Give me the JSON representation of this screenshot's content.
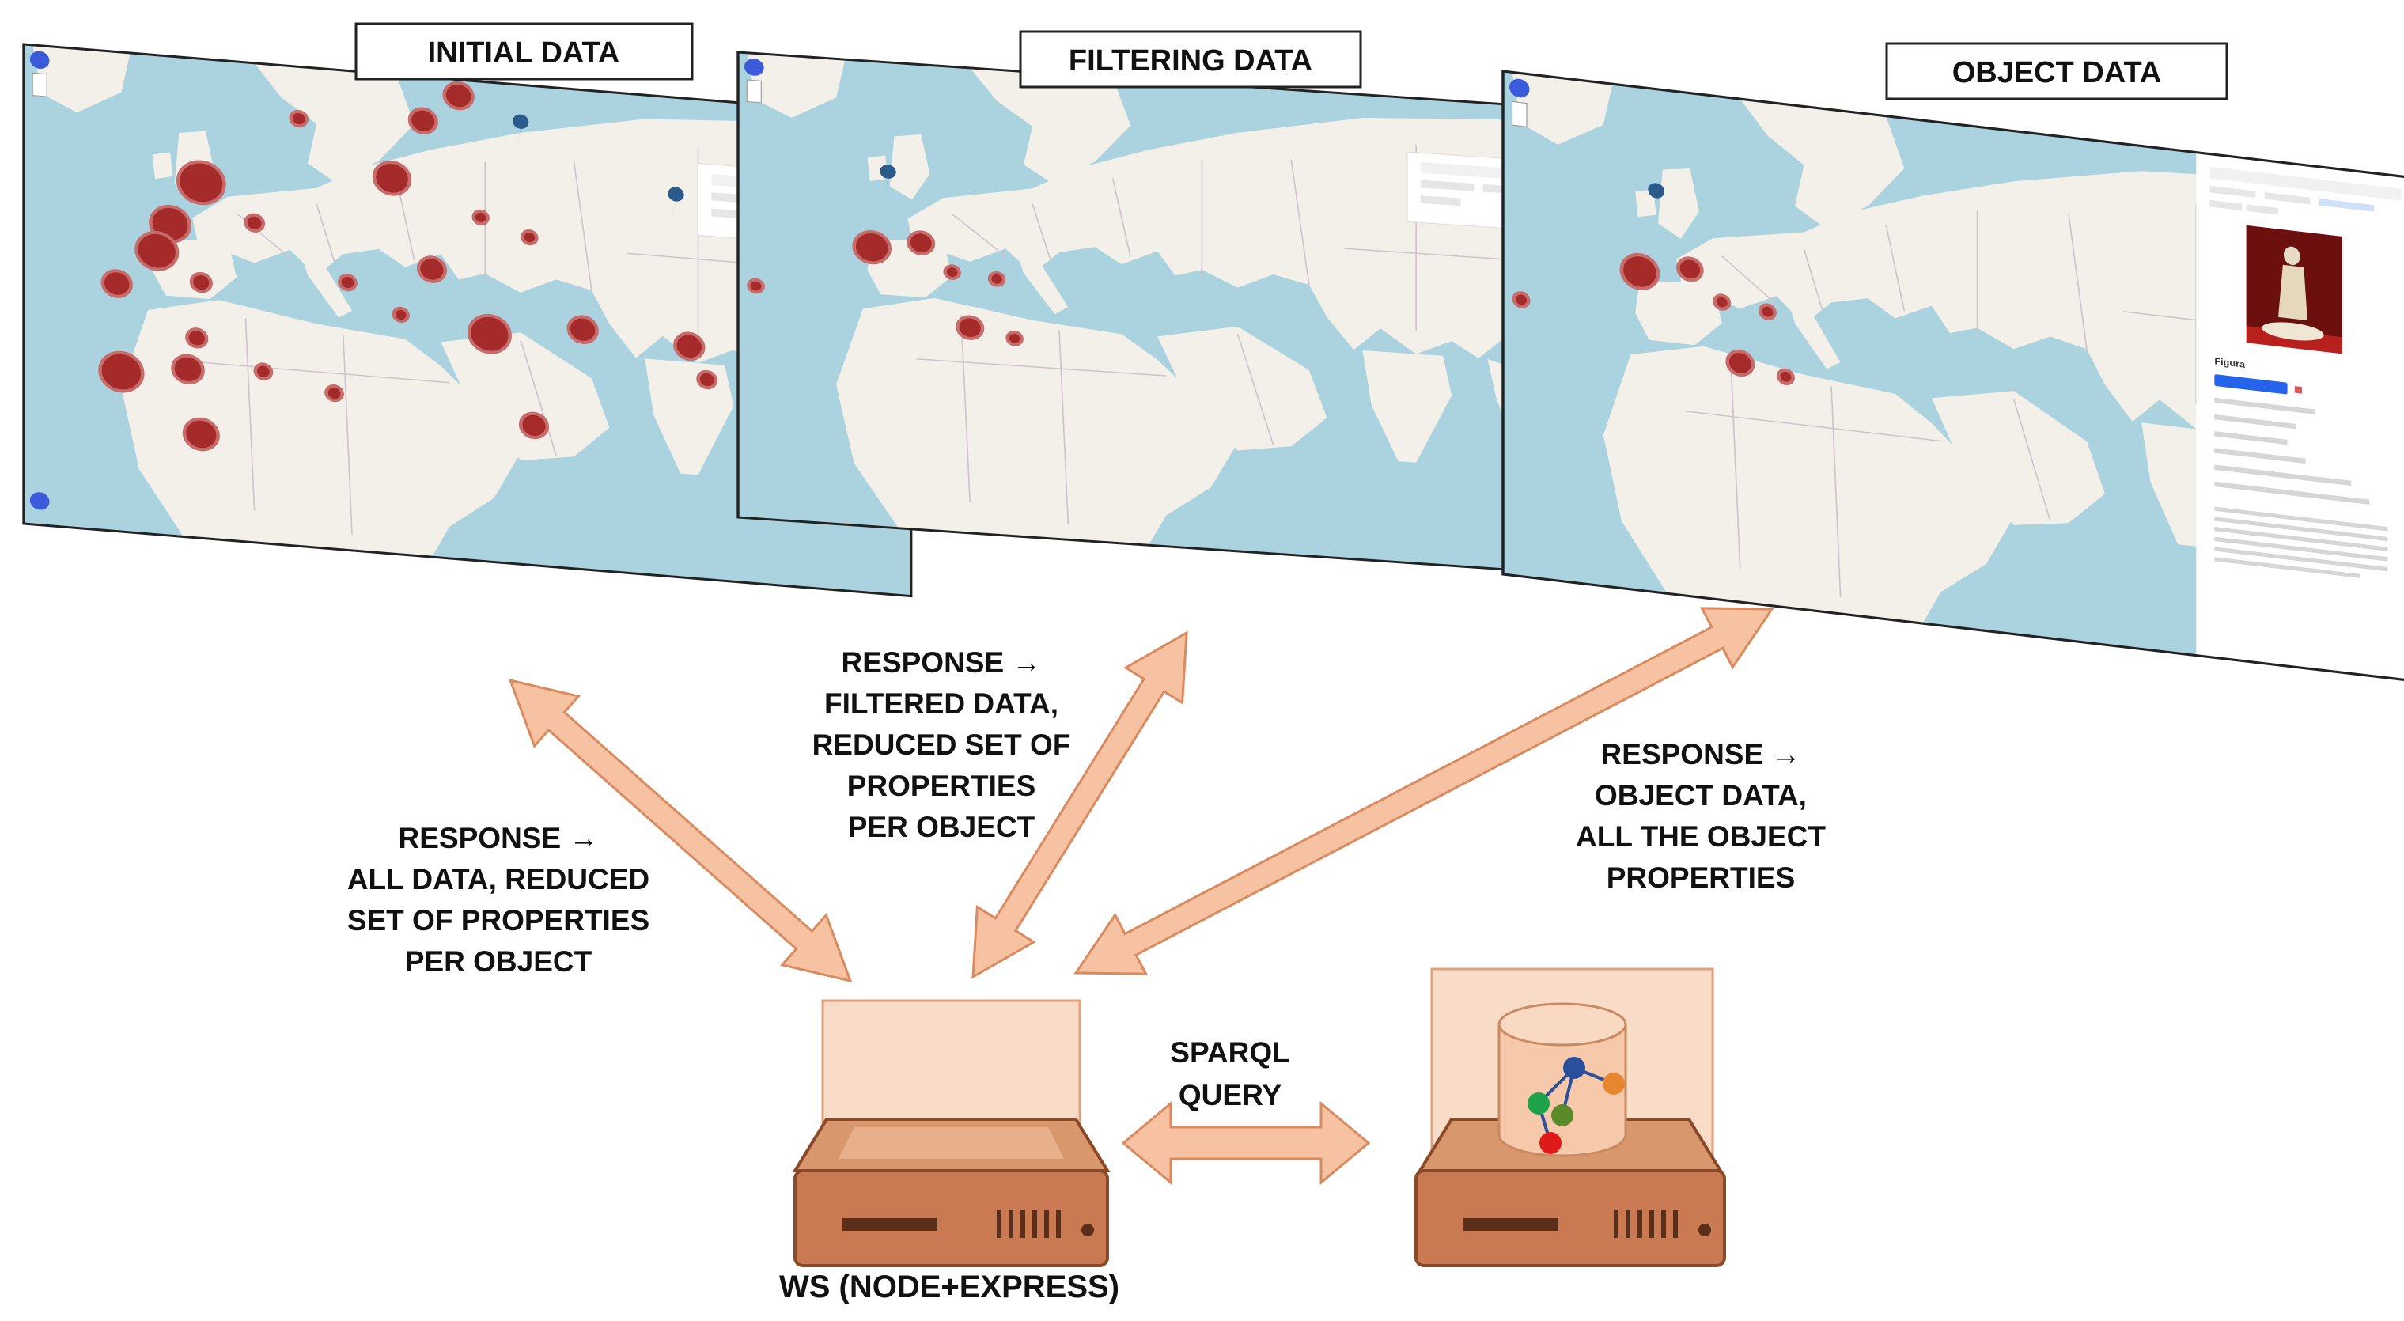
{
  "colors": {
    "ocean": "#aad3df",
    "land": "#f3efe9",
    "border": "#cfc4cc",
    "cluster": "#a52a2a",
    "pin": "#2a5b8c",
    "arrow_fill": "#f6c2a2",
    "arrow_stroke": "#d98a5e",
    "server_body": "#c97a52",
    "server_panel": "#f3c9ae"
  },
  "panels": {
    "initial": {
      "title": "INITIAL DATA"
    },
    "filtering": {
      "title": "FILTERING DATA"
    },
    "object": {
      "title": "OBJECT DATA",
      "sidebar_heading": "Figura"
    }
  },
  "responses": {
    "initial": [
      "RESPONSE →",
      "ALL DATA, REDUCED",
      "SET OF PROPERTIES",
      "PER OBJECT"
    ],
    "filtering": [
      "RESPONSE →",
      "FILTERED DATA,",
      "REDUCED SET OF",
      "PROPERTIES",
      "PER OBJECT"
    ],
    "object": [
      "RESPONSE →",
      "OBJECT DATA,",
      "ALL THE OBJECT",
      "PROPERTIES"
    ]
  },
  "query": [
    "SPARQL",
    "QUERY"
  ],
  "ws_label": "WS (NODE+EXPRESS)"
}
